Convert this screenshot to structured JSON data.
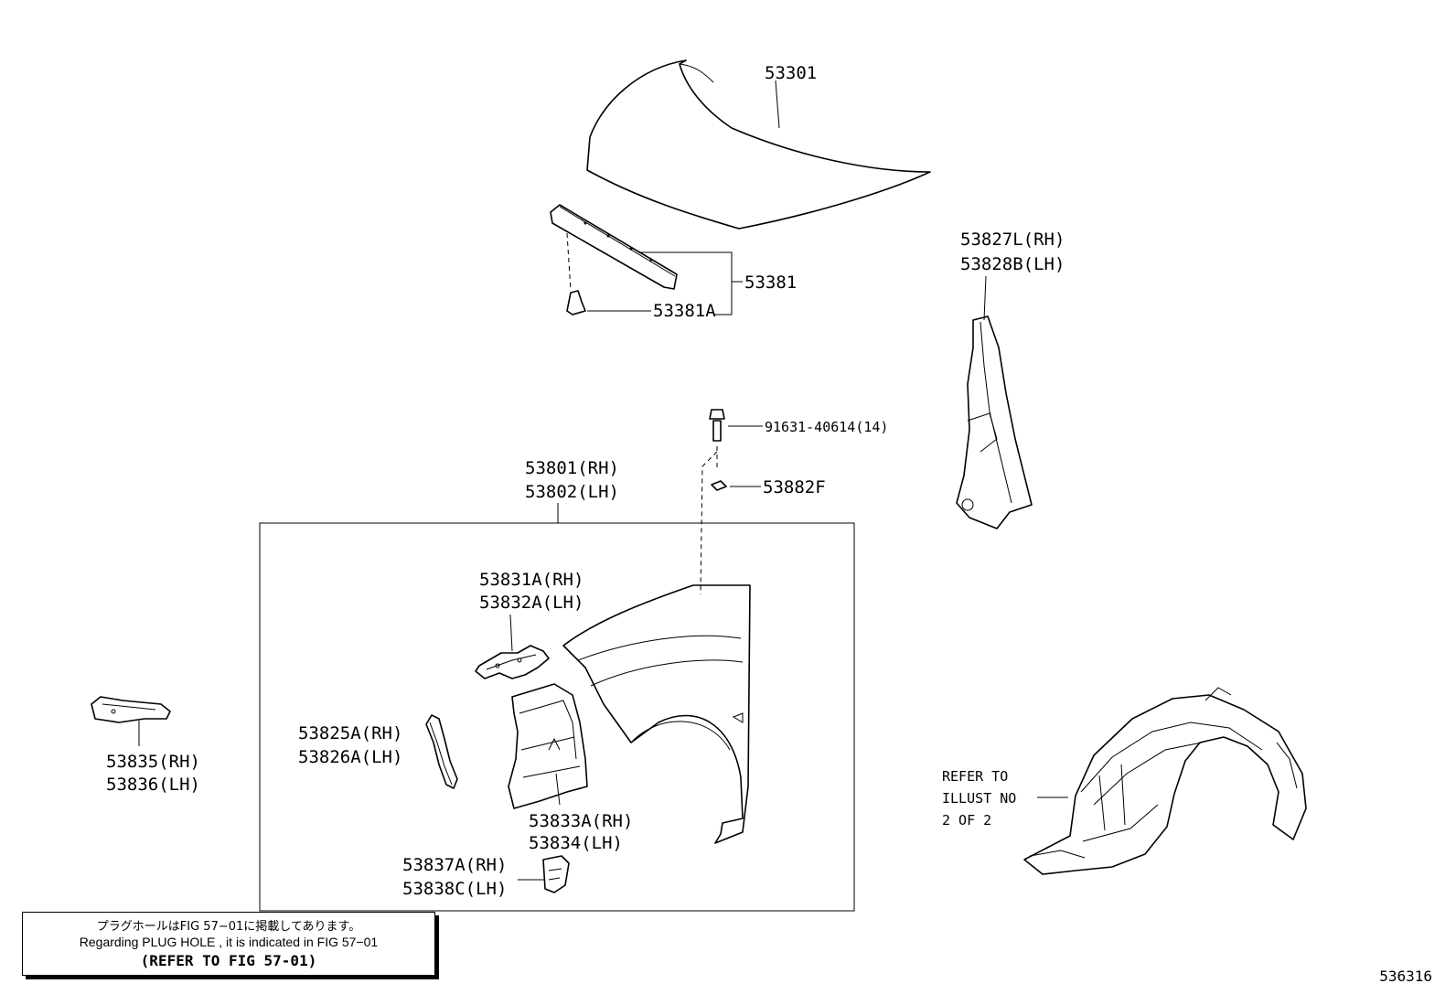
{
  "labels": {
    "hood": "53301",
    "seal_a": "53381",
    "seal_clip": "53381A",
    "pillar_rh": "53827L(RH)",
    "pillar_lh": "53828B(LH)",
    "bolt": "91631-40614(14)",
    "nut": "53882F",
    "fender_rh": "53801(RH)",
    "fender_lh": "53802(LH)",
    "bracket_rh": "53831A(RH)",
    "bracket_lh": "53832A(LH)",
    "rail_rh": "53825A(RH)",
    "rail_lh": "53826A(LH)",
    "splash_rh": "53833A(RH)",
    "splash_lh": "53834(LH)",
    "clip_rh": "53837A(RH)",
    "clip_lh": "53838C(LH)",
    "side_bracket_rh": "53835(RH)",
    "side_bracket_lh": "53836(LH)",
    "refer_1": "REFER TO",
    "refer_2": "ILLUST NO",
    "refer_3": "2 OF 2"
  },
  "note": {
    "jp": "プラグホールはFIG 57−01に掲載してあります。",
    "en": "Regarding PLUG HOLE , it is indicated in FIG 57−01",
    "ref": "(REFER TO FIG 57-01)"
  },
  "figure_id": "536316"
}
